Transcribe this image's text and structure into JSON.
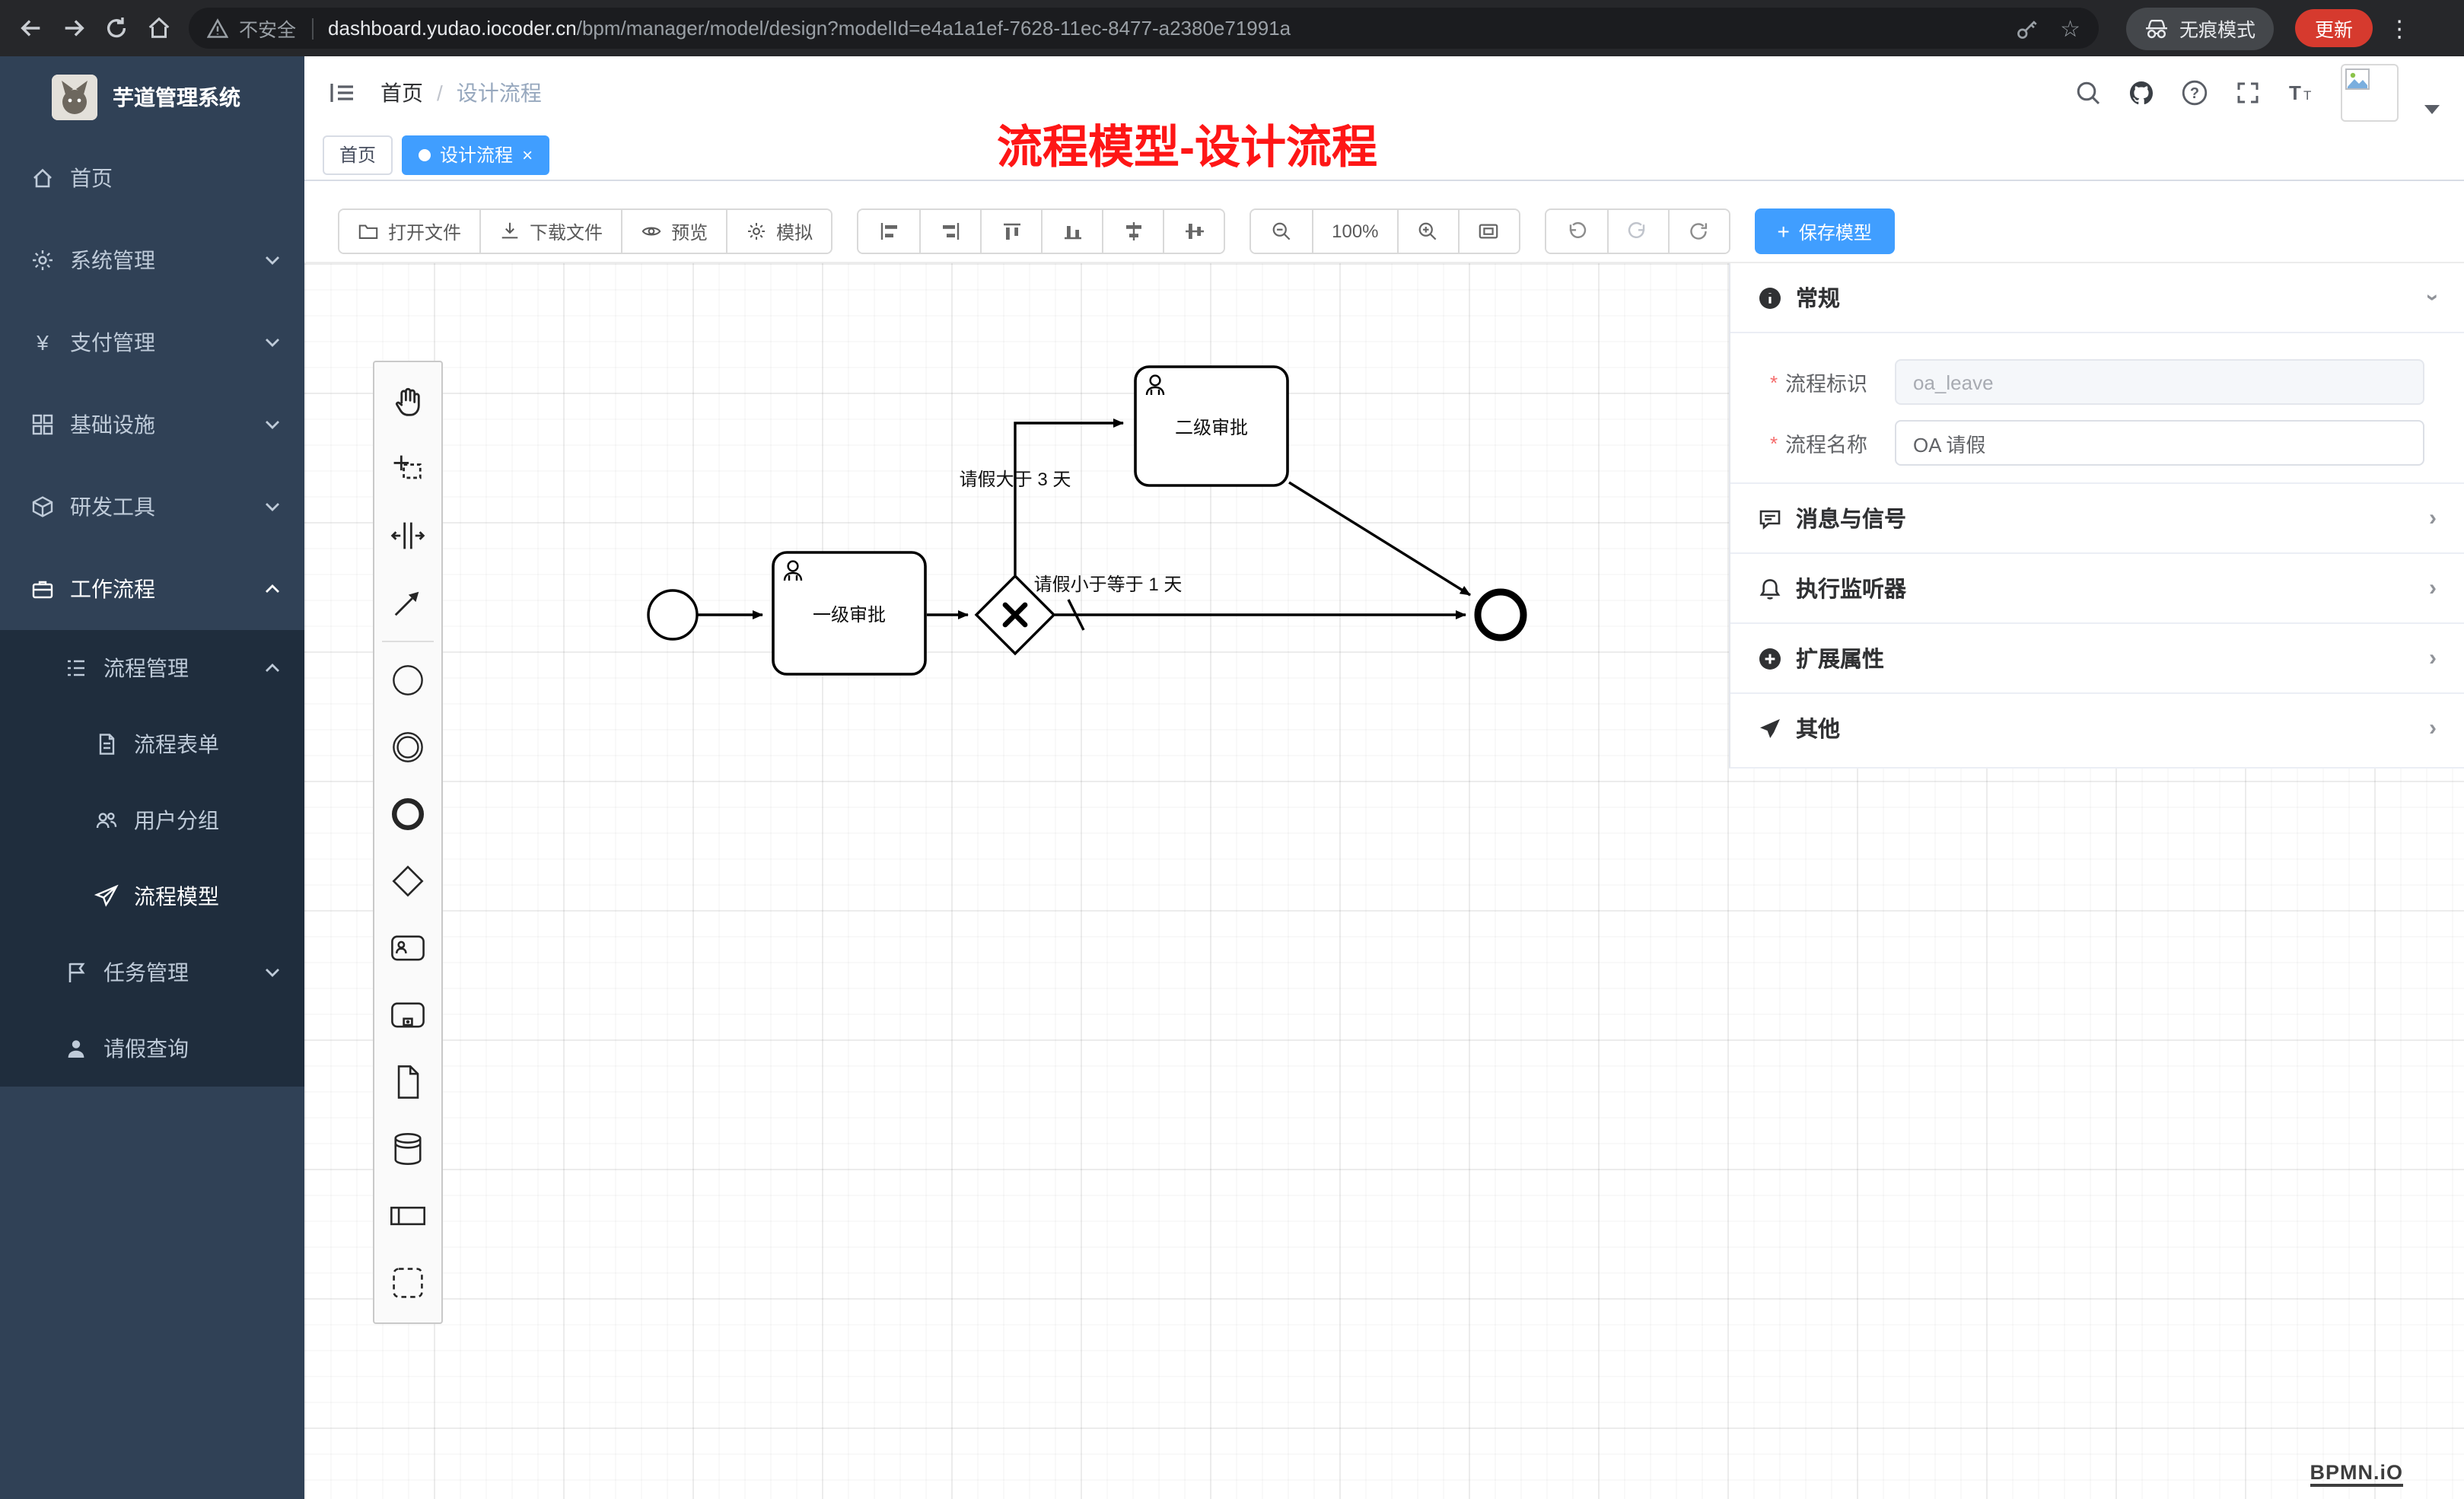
{
  "browser": {
    "security_label": "不安全",
    "url_host": "dashboard.yudao.iocoder.cn",
    "url_path": "/bpm/manager/model/design?modelId=e4a1a1ef-7628-11ec-8477-a2380e71991a",
    "incognito_label": "无痕模式",
    "update_label": "更新"
  },
  "sidebar": {
    "logo_title": "芋道管理系统",
    "items": [
      {
        "label": "首页"
      },
      {
        "label": "系统管理"
      },
      {
        "label": "支付管理"
      },
      {
        "label": "基础设施"
      },
      {
        "label": "研发工具"
      },
      {
        "label": "工作流程"
      },
      {
        "label": "流程管理"
      },
      {
        "label": "流程表单"
      },
      {
        "label": "用户分组"
      },
      {
        "label": "流程模型"
      },
      {
        "label": "任务管理"
      },
      {
        "label": "请假查询"
      }
    ]
  },
  "header": {
    "breadcrumb_home": "首页",
    "breadcrumb_sep": "/",
    "breadcrumb_current": "设计流程"
  },
  "annotation": "流程模型-设计流程",
  "tabs": {
    "home": "首页",
    "active": "设计流程"
  },
  "toolbar": {
    "open_file": "打开文件",
    "download_file": "下载文件",
    "preview": "预览",
    "simulate": "模拟",
    "zoom_level": "100%",
    "save_model": "保存模型"
  },
  "diagram": {
    "task_level1": "一级审批",
    "task_level2": "二级审批",
    "flow_label_gt3": "请假大于 3 天",
    "flow_label_lte1": "请假小于等于 1 天",
    "watermark": "BPMN.iO"
  },
  "panel": {
    "general_title": "常规",
    "process_key_label": "流程标识",
    "process_key_value": "oa_leave",
    "process_name_label": "流程名称",
    "process_name_value": "OA 请假",
    "section_message": "消息与信号",
    "section_listener": "执行监听器",
    "section_ext": "扩展属性",
    "section_other": "其他"
  }
}
